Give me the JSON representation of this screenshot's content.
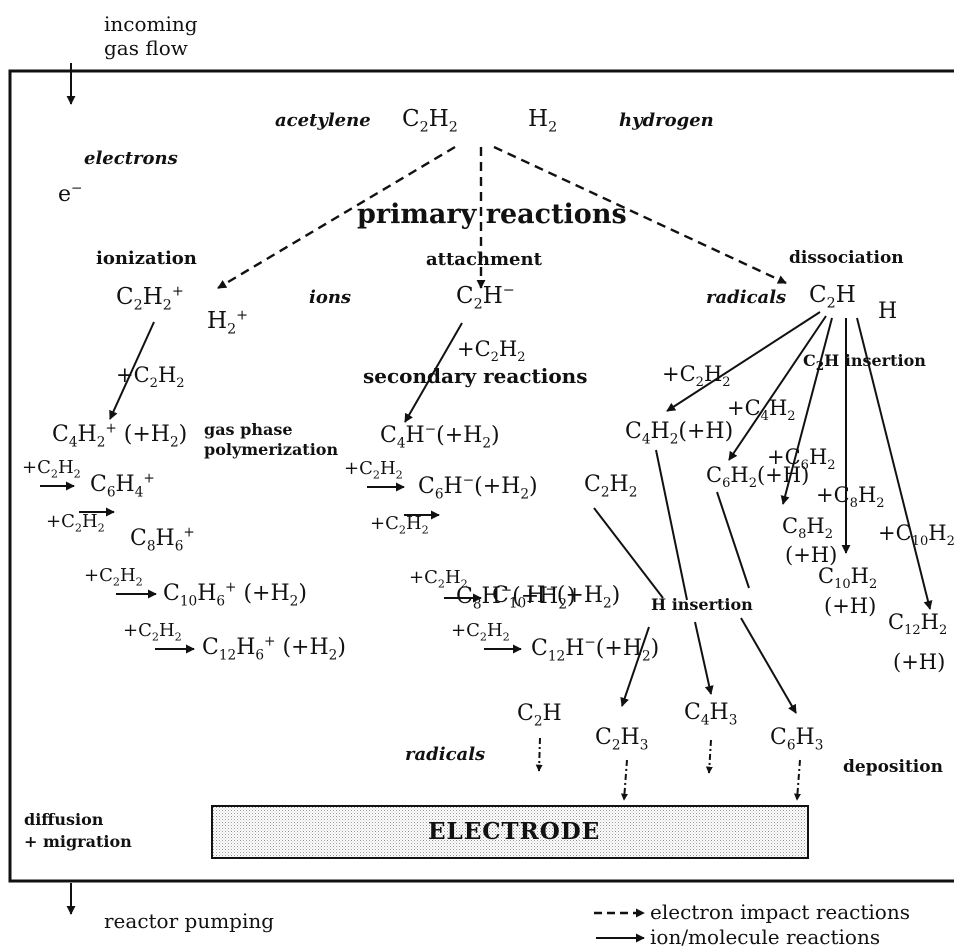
{
  "outside": {
    "incoming": "incoming\ngas flow",
    "pumping": "reactor pumping",
    "legend_dashed": "electron impact reactions",
    "legend_solid": "ion/molecule reactions"
  },
  "labels": {
    "acetylene": "acetylene",
    "hydrogen": "hydrogen",
    "electrons": "electrons",
    "primary": "primary reactions",
    "ionization": "ionization",
    "attachment": "attachment",
    "dissociation": "dissociation",
    "ions": "ions",
    "radicals_top": "radicals",
    "secondary": "secondary reactions",
    "gas_phase": "gas phase\npolymerization",
    "c2h_insertion": "C₂H insertion",
    "h_insertion": "H insertion",
    "radicals_bottom": "radicals",
    "deposition": "deposition",
    "diffusion": "diffusion\n+ migration",
    "electrode": "ELECTRODE"
  },
  "species": {
    "c2h2": "C2H2",
    "h2": "H2",
    "e": "e−",
    "c2h2_plus": "C2H2+",
    "h2_plus": "H2+",
    "c2h_minus": "C2H−",
    "c2h": "C2H",
    "h": "H",
    "c4h2_plus": "C4H2+ (+H2)",
    "c6h4_plus": "C6H4+",
    "c8h6_plus": "C8H6+",
    "c10h6_plus": "C10H6+ (+H2)",
    "c12h6_plus": "C12H6+ (+H2)",
    "c4h_minus": "C4H−(+H2)",
    "c6h_minus": "C6H−(+H2)",
    "c8h_minus": "C8H−(+H2)",
    "c10h_minus": "C10H−(+H2)",
    "c12h_minus": "C12H−(+H2)",
    "c4h2_h": "C4H2(+H)",
    "c6h2_h": "C6H2(+H)",
    "c8h2": "C8H2",
    "c10h2": "C10H2",
    "c12h2": "C12H2",
    "plus_h": "(+H)",
    "c2h2_free": "C2H2",
    "c2h_bottom": "C2H",
    "c2h3": "C2H3",
    "c4h3": "C4H3",
    "c6h3": "C6H3"
  },
  "reagents": {
    "plus_c2h2": "+C2H2",
    "plus_c4h2": "+C4H2",
    "plus_c6h2": "+C6H2",
    "plus_c8h2": "+C8H2",
    "plus_c10h2": "+C10H2"
  }
}
